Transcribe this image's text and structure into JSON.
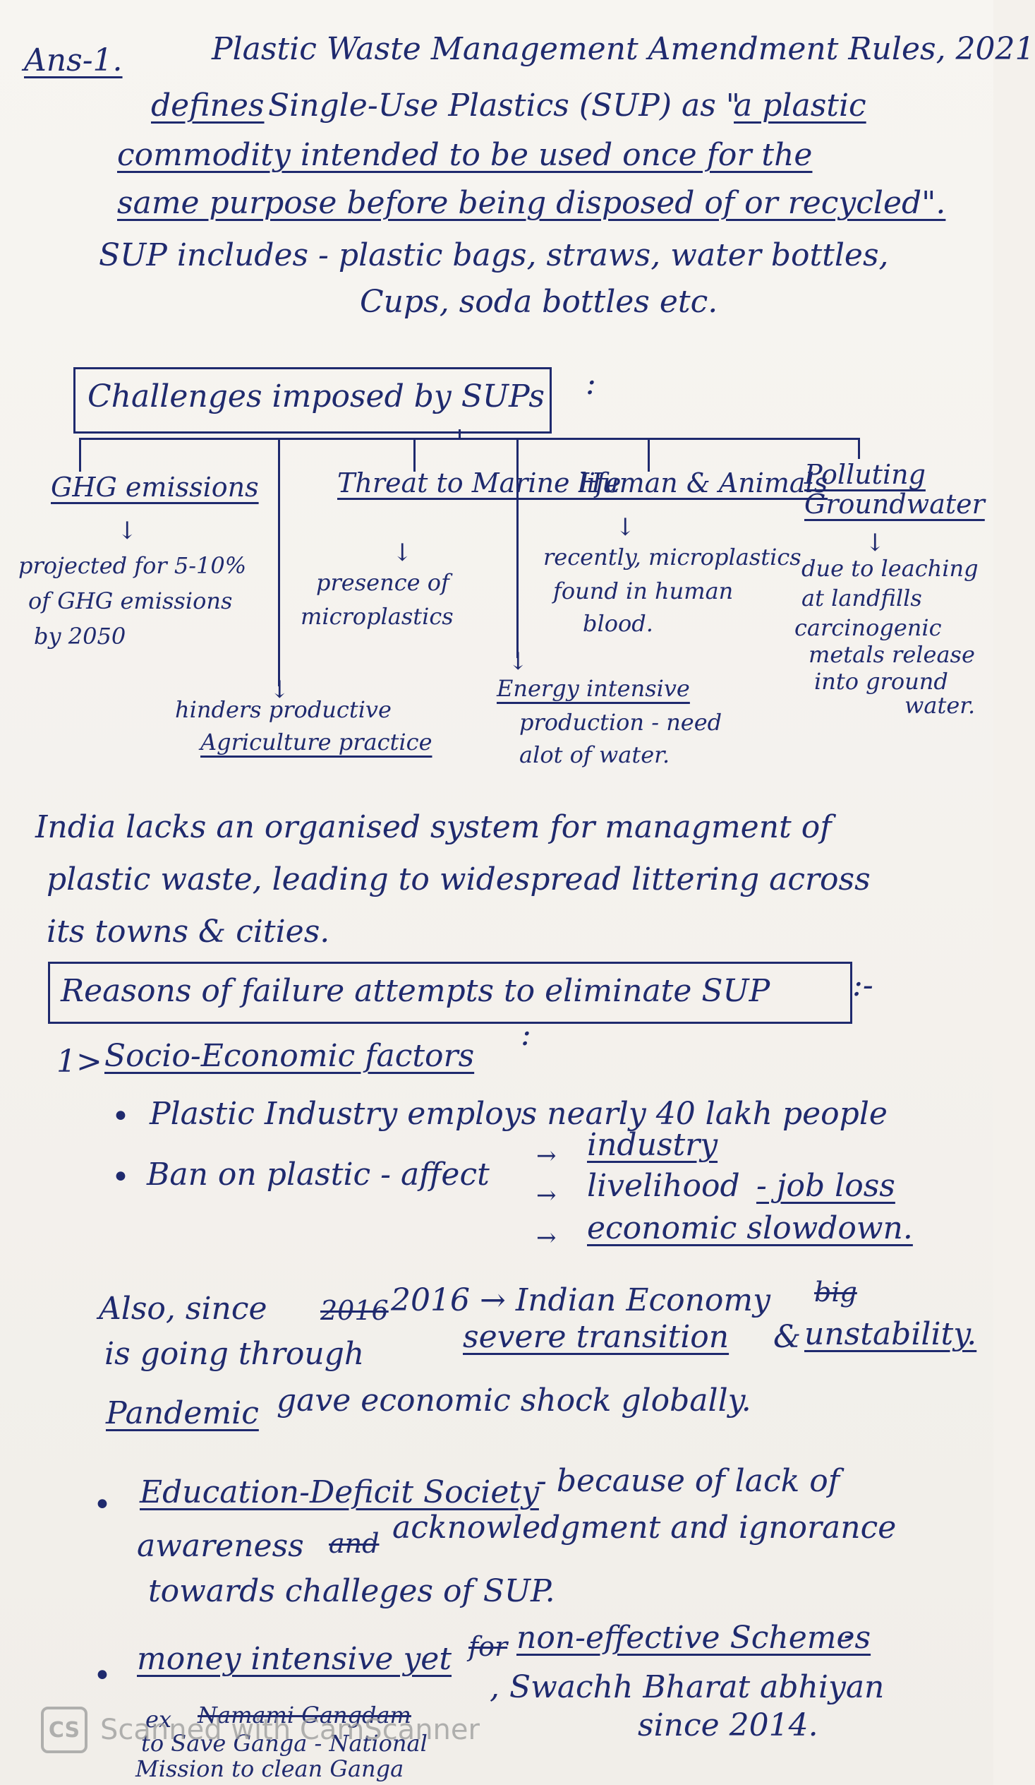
{
  "heading": {
    "ans_label": "Ans-1.",
    "intro_line1": "Plastic Waste Management Amendment Rules, 2021",
    "intro_line2a": "defines",
    "intro_line2b": "Single-Use Plastics (SUP) as \"",
    "intro_line2c": "a plastic",
    "intro_line3": "commodity intended to be used once for the",
    "intro_line4": "same purpose before being disposed of or recycled\".",
    "intro_line5": "SUP includes - plastic bags, straws, water bottles,",
    "intro_line6": "Cups, soda bottles etc."
  },
  "challenges": {
    "title": "Challenges imposed by SUPs",
    "colon": ":",
    "items": [
      {
        "title": "GHG emissions",
        "desc": [
          "projected for 5-10%",
          "of GHG emissions",
          "by 2050"
        ]
      },
      {
        "title": "Threat to Marine life",
        "desc": [
          "presence of",
          "microplastics"
        ]
      },
      {
        "title": "Human & Animals",
        "desc": [
          "recently, microplastics",
          "found in human",
          "blood."
        ]
      },
      {
        "title": "Polluting Groundwater",
        "desc": [
          "due to leaching",
          "at landfills",
          "carcinogenic",
          "metals release",
          "into ground",
          "water."
        ]
      }
    ],
    "lower": [
      {
        "title": "hinders productive",
        "sub": "Agriculture practice"
      },
      {
        "title": "Energy intensive",
        "sub": "production - need",
        "sub2": "alot of water."
      }
    ]
  },
  "india": {
    "line1": "India lacks an organised system for managment of",
    "line2": "plastic waste, leading to widespread littering across",
    "line3": "its towns & cities."
  },
  "reasons": {
    "title": "Reasons of failure attempts to eliminate SUP",
    "suffix": ":-",
    "socio_num": "1>",
    "socio_title": "Socio-Economic factors",
    "socio_colon": ":",
    "bullet1": "Plastic Industry employs nearly 40 lakh people",
    "bullet2a": "Ban on plastic - affect",
    "bullet2_targets": [
      "industry",
      "livelihood",
      "economic slowdown."
    ],
    "job_loss": "- job loss",
    "also1a": "Also, since",
    "also1_strike": "2016",
    "also1b": "2016 → Indian Economy",
    "also1_strike2": "big",
    "also2a": "is going through",
    "also2b": "severe transition",
    "also2c": "&",
    "also2d": "unstability.",
    "also3a": "Pandemic",
    "also3b": "gave economic shock globally.",
    "edu_title": "Education-Deficit Society",
    "edu1b": "- because of lack of",
    "edu2a": "awareness",
    "edu2_strike": "and",
    "edu2b": "acknowledgment and ignorance",
    "edu3": "towards challeges of SUP.",
    "money1a": "money intensive yet",
    "money1_strike": "for",
    "money1b": "non-effective Schemes",
    "money1c": "-",
    "ex_a": "ex",
    "ex_strike": "Namami Gangdam",
    "ex_b": ", Swachh Bharat abhiyan",
    "ex_c": "since 2014.",
    "ex_d": "to Save Ganga - National",
    "ex_e": "Mission to clean Ganga"
  },
  "watermark": {
    "logo": "CS",
    "text": "Scanned with CamScanner"
  },
  "colors": {
    "ink": "#1f2a6e",
    "paper": "#f4f1ec",
    "watermark": "#9a9a9a"
  }
}
